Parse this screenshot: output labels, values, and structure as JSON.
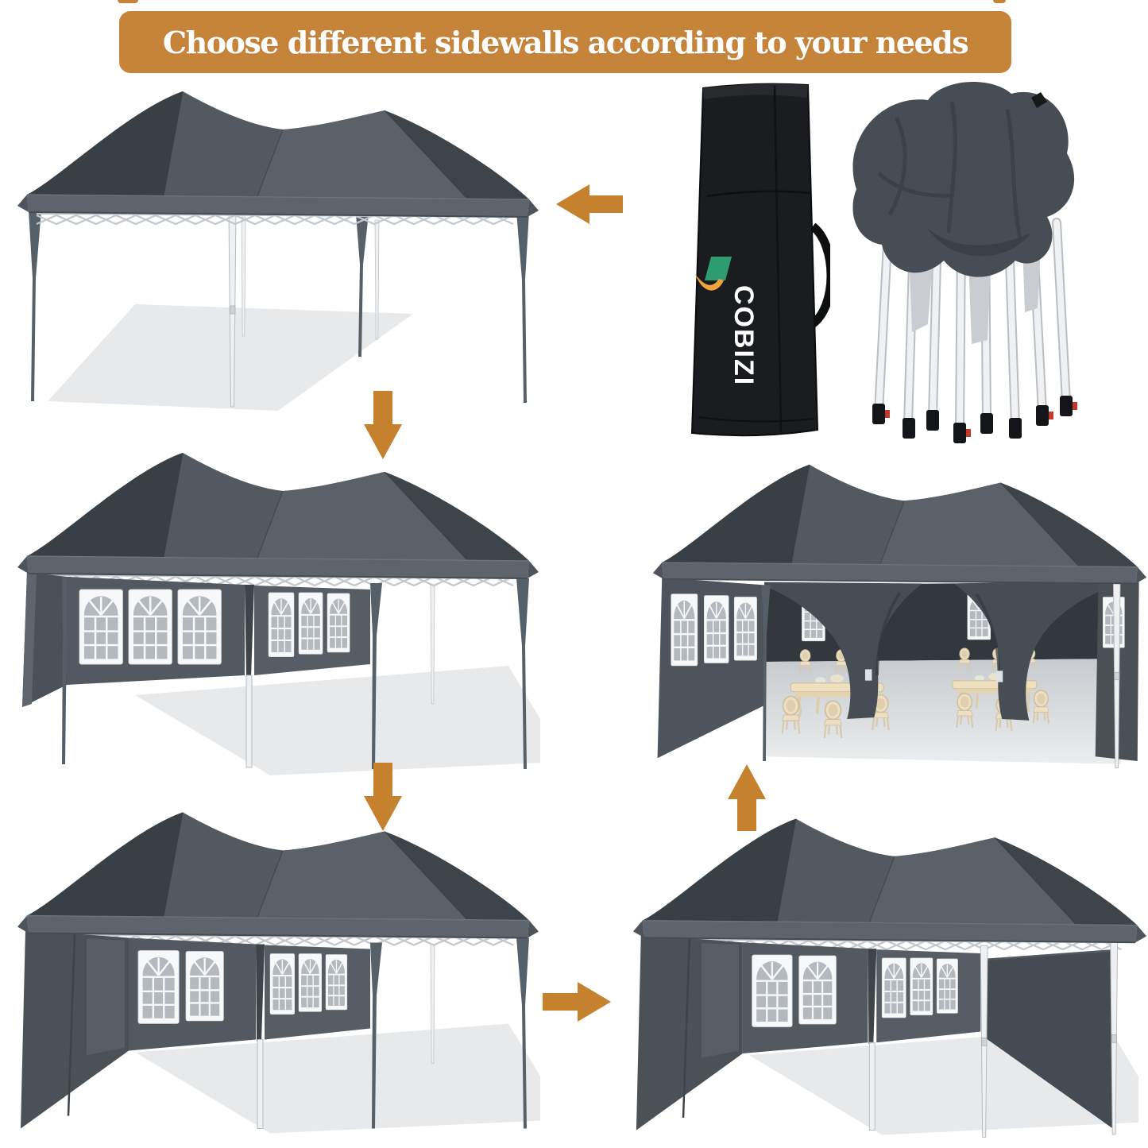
{
  "banner": {
    "text": "Choose different sidewalls according to your needs",
    "bg_color": "#c6833a",
    "text_color": "#ffffff"
  },
  "bag": {
    "brand": "COBIZI",
    "bag_color": "#1b1c1f",
    "logo_green": "#2e9c6e",
    "logo_orange": "#f0a23e"
  },
  "arrows": {
    "color": "#c6812f",
    "sequence": [
      "left",
      "down",
      "down",
      "right",
      "up"
    ]
  },
  "figures": {
    "count": 7,
    "window_panels": {
      "two_sidewalls": [
        3,
        3
      ],
      "three_sidewalls": [
        2,
        3
      ],
      "four_sidewalls": [
        2,
        3
      ],
      "party_end_wall": 3
    }
  },
  "palette": {
    "canopy": "#4d545b",
    "canopy_shade": "#383f45",
    "valance": "#5d646c",
    "sidewall": "#525960",
    "sidewall_dark": "#41474d",
    "window_pane": "#b3b9be",
    "frame_white": "#eef0f2",
    "ground_shadow": "#e7e9eb",
    "interior_floor": "#d7dadc",
    "furniture_cream": "#ecdfc3"
  }
}
